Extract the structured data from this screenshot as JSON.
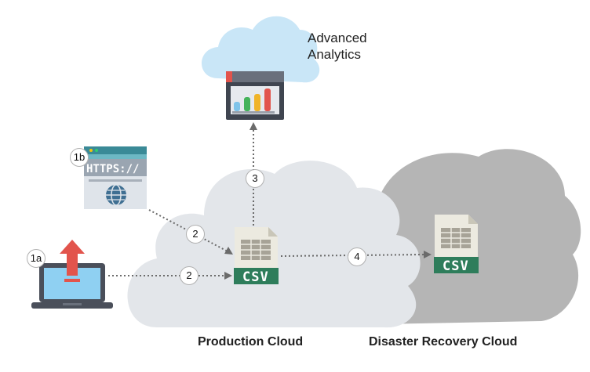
{
  "diagram": {
    "analytics_title": "Advanced\nAnalytics",
    "production_cloud_label": "Production Cloud",
    "dr_cloud_label": "Disaster Recovery Cloud",
    "badges": {
      "b1a": "1a",
      "b1b": "1b",
      "b2_top": "2",
      "b2_bottom": "2",
      "b3": "3",
      "b4": "4"
    },
    "https_text": "HTTPS://",
    "csv_prod": "CSV",
    "csv_dr": "CSV",
    "colors": {
      "analytics_cloud": "#c9e6f7",
      "production_cloud": "#e3e6ea",
      "dr_cloud": "#b5b5b5",
      "csv_green": "#2e7d5b",
      "upload_red": "#e2544c",
      "laptop_dark": "#4a4f5a"
    },
    "icons": [
      "analytics-dashboard-icon",
      "browser-https-icon",
      "laptop-upload-icon",
      "csv-file-icon"
    ]
  }
}
